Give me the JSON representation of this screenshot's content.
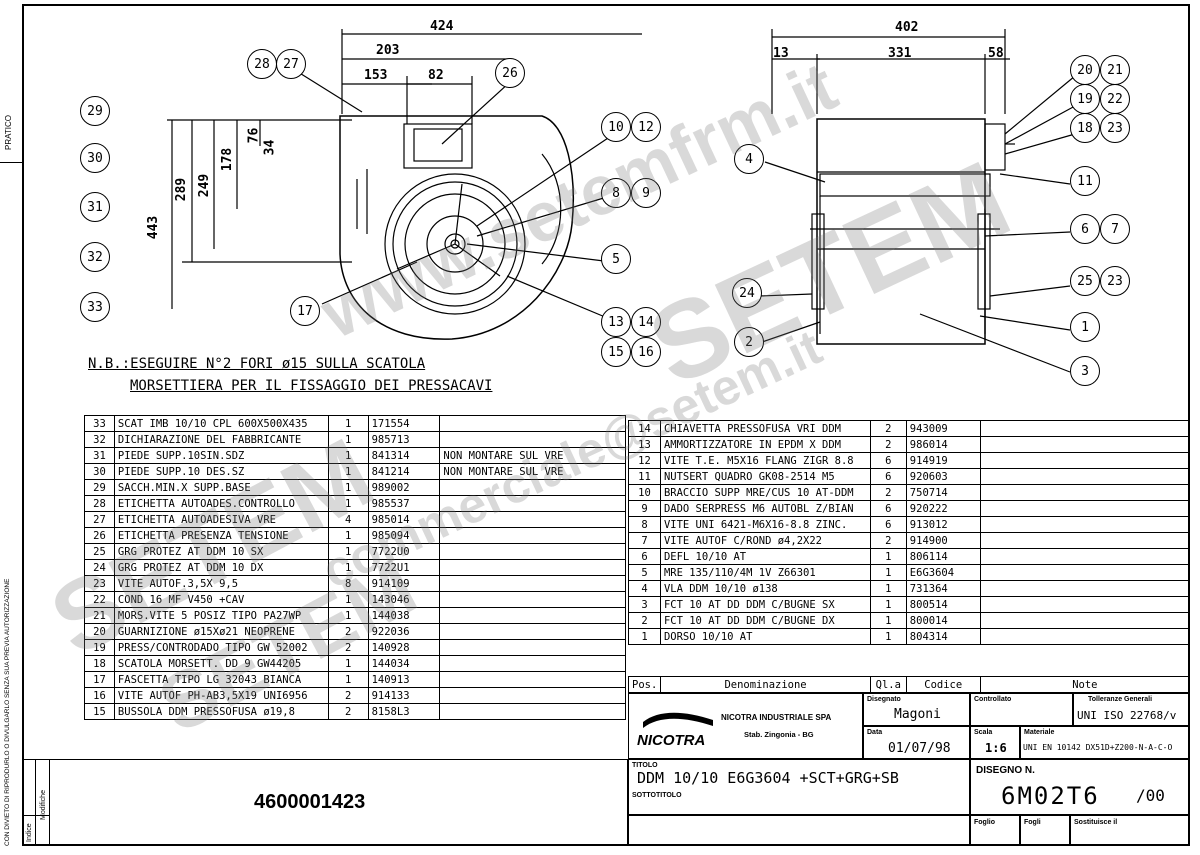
{
  "side": {
    "top_label": "PRATICO",
    "bottom_label": "CON DIVIETO DI RIPRODURLO O DIVULGARLO SENZA SUA PREVIA AUTORIZZAZIONE",
    "modifiche": "Modifiche",
    "indice": "Indice"
  },
  "dims_front": {
    "d424": "424",
    "d203": "203",
    "d153": "153",
    "d82": "82",
    "d76": "76",
    "d34": "34",
    "d178": "178",
    "d249": "249",
    "d289": "289",
    "d443": "443"
  },
  "dims_side": {
    "d402": "402",
    "d13": "13",
    "d331": "331",
    "d58": "58"
  },
  "bubbles_front": [
    "29",
    "30",
    "31",
    "32",
    "33",
    "28",
    "27",
    "26",
    "10",
    "12",
    "8",
    "9",
    "5",
    "17",
    "13",
    "14",
    "15",
    "16"
  ],
  "bubbles_side": [
    "20",
    "21",
    "19",
    "22",
    "18",
    "23",
    "4",
    "11",
    "6",
    "7",
    "24",
    "25",
    "23",
    "2",
    "1",
    "3"
  ],
  "note": {
    "line1": "N.B.:ESEGUIRE N°2 FORI ø15 SULLA SCATOLA",
    "line2": "MORSETTIERA PER IL FISSAGGIO DEI PRESSACAVI"
  },
  "bom_left": [
    [
      "33",
      "SCAT IMB 10/10 CPL 600X500X435",
      "1",
      "171554",
      ""
    ],
    [
      "32",
      "DICHIARAZIONE DEL FABBRICANTE",
      "1",
      "985713",
      ""
    ],
    [
      "31",
      "PIEDE SUPP.10SIN.SDZ",
      "1",
      "841314",
      "NON MONTARE SUL VRE"
    ],
    [
      "30",
      "PIEDE SUPP.10 DES.SZ",
      "1",
      "841214",
      "NON MONTARE SUL VRE"
    ],
    [
      "29",
      "SACCH.MIN.X SUPP.BASE",
      "1",
      "989002",
      ""
    ],
    [
      "28",
      "ETICHETTA AUTOADES.CONTROLLO",
      "1",
      "985537",
      ""
    ],
    [
      "27",
      "ETICHETTA AUTOADESIVA VRE",
      "4",
      "985014",
      ""
    ],
    [
      "26",
      "ETICHETTA PRESENZA TENSIONE",
      "1",
      "985094",
      ""
    ],
    [
      "25",
      "GRG PROTEZ AT DDM 10 SX",
      "1",
      "7722U0",
      ""
    ],
    [
      "24",
      "GRG PROTEZ AT DDM 10 DX",
      "1",
      "7722U1",
      ""
    ],
    [
      "23",
      "VITE AUTOF.3,5X 9,5",
      "8",
      "914109",
      ""
    ],
    [
      "22",
      "COND 16   MF V450 +CAV",
      "1",
      "143046",
      ""
    ],
    [
      "21",
      "MORS.VITE 5 POSIZ TIPO PA27WP",
      "1",
      "144038",
      ""
    ],
    [
      "20",
      "GUARNIZIONE ø15Xø21 NEOPRENE",
      "2",
      "922036",
      ""
    ],
    [
      "19",
      "PRESS/CONTRODADO TIPO GW 52002",
      "2",
      "140928",
      ""
    ],
    [
      "18",
      "SCATOLA MORSETT. DD 9  GW44205",
      "1",
      "144034",
      ""
    ],
    [
      "17",
      "FASCETTA TIPO LG 32043 BIANCA",
      "1",
      "140913",
      ""
    ],
    [
      "16",
      "VITE AUTOF PH-AB3,5X19 UNI6956",
      "2",
      "914133",
      ""
    ],
    [
      "15",
      "BUSSOLA DDM PRESSOFUSA ø19,8",
      "2",
      "8158L3",
      ""
    ]
  ],
  "bom_right": [
    [
      "14",
      "CHIAVETTA PRESSOFUSA VRI DDM",
      "2",
      "943009",
      ""
    ],
    [
      "13",
      "AMMORTIZZATORE IN EPDM X DDM",
      "2",
      "986014",
      ""
    ],
    [
      "12",
      "VITE T.E. M5X16 FLANG ZIGR 8.8",
      "6",
      "914919",
      ""
    ],
    [
      "11",
      "NUTSERT QUADRO GK08-2514 M5",
      "6",
      "920603",
      ""
    ],
    [
      "10",
      "BRACCIO SUPP MRE/CUS 10 AT-DDM",
      "2",
      "750714",
      ""
    ],
    [
      "9",
      "DADO SERPRESS M6 AUTOBL Z/BIAN",
      "6",
      "920222",
      ""
    ],
    [
      "8",
      "VITE UNI 6421-M6X16-8.8 ZINC.",
      "6",
      "913012",
      ""
    ],
    [
      "7",
      "VITE AUTOF C/ROND ø4,2X22",
      "2",
      "914900",
      ""
    ],
    [
      "6",
      "DEFL 10/10 AT",
      "1",
      "806114",
      ""
    ],
    [
      "5",
      "MRE 135/110/4M 1V Z66301",
      "1",
      "E6G3604",
      ""
    ],
    [
      "4",
      "VLA DDM 10/10 ø138",
      "1",
      "731364",
      ""
    ],
    [
      "3",
      "FCT 10 AT DD DDM C/BUGNE SX",
      "1",
      "800514",
      ""
    ],
    [
      "2",
      "FCT 10 AT DD DDM C/BUGNE DX",
      "1",
      "800014",
      ""
    ],
    [
      "1",
      "DORSO 10/10 AT",
      "1",
      "804314",
      ""
    ]
  ],
  "bom_header": {
    "pos": "Pos.",
    "denominazione": "Denominazione",
    "qta": "Ql.a",
    "codice": "Codice",
    "note": "Note"
  },
  "title_block": {
    "company": "NICOTRA INDUSTRIALE SPA",
    "plant": "Stab. Zingonia - BG",
    "logo": "NICOTRA",
    "disegnato_lbl": "Disegnato",
    "disegnato": "Magoni",
    "controllato_lbl": "Controllato",
    "tolleranze_lbl": "Tolleranze Generali",
    "tolleranze": "UNI ISO 22768/v",
    "data_lbl": "Data",
    "data": "01/07/98",
    "scala_lbl": "Scala",
    "scala": "1:6",
    "materiale_lbl": "Materiale",
    "materiale": "UNI EN 10142 DX51D+Z200-N-A-C-O",
    "titolo_lbl": "TITOLO",
    "titolo": "DDM 10/10 E6G3604 +SCT+GRG+SB",
    "sottotitolo_lbl": "SOTTOTITOLO",
    "disegno_lbl": "DISEGNO N.",
    "disegno": "6M02T6",
    "revision": "/00",
    "foglio_lbl": "Foglio",
    "fogli_lbl": "Fogli",
    "sostituisce_lbl": "Sostituisce il"
  },
  "code": "4600001423",
  "watermarks": [
    "www.setemfrm.it",
    "SETEM",
    "SETEM",
    "commerciale@setem.it",
    "SETEM",
    "www.setemfrm.it",
    "SETEM"
  ]
}
